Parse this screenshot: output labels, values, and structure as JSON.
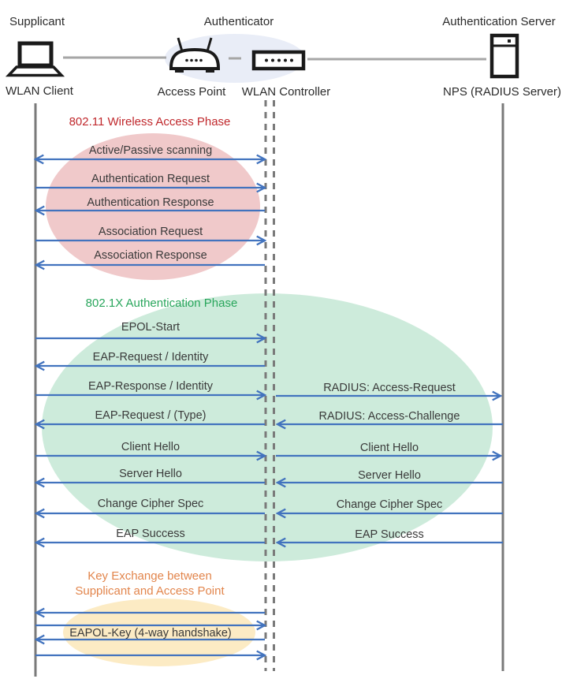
{
  "actors": {
    "supplicant": {
      "role": "Supplicant",
      "device": "WLAN Client"
    },
    "authenticator": {
      "role": "Authenticator",
      "access_point": "Access Point",
      "wlan_controller": "WLAN Controller"
    },
    "authentication_server": {
      "role": "Authentication Server",
      "device": "NPS (RADIUS Server)"
    }
  },
  "phase1": {
    "title": "802.11 Wireless Access Phase",
    "title_color": "#c0282c",
    "ellipse_color": "#f0c9ca",
    "messages": [
      {
        "label": "Active/Passive scanning",
        "from": "WLAN Client",
        "to": "WLAN Controller",
        "direction": "both"
      },
      {
        "label": "Authentication Request",
        "from": "WLAN Client",
        "to": "WLAN Controller",
        "direction": "right"
      },
      {
        "label": "Authentication Response",
        "from": "WLAN Controller",
        "to": "WLAN Client",
        "direction": "left"
      },
      {
        "label": "Association Request",
        "from": "WLAN Client",
        "to": "WLAN Controller",
        "direction": "right"
      },
      {
        "label": "Association Response",
        "from": "WLAN Controller",
        "to": "WLAN Client",
        "direction": "left"
      }
    ]
  },
  "phase2": {
    "title": "802.1X Authentication Phase",
    "title_color": "#29a65c",
    "ellipse_color": "#cdebdb",
    "client_messages": [
      {
        "label": "EPOL-Start",
        "direction": "right"
      },
      {
        "label": "EAP-Request / Identity",
        "direction": "left"
      },
      {
        "label": "EAP-Response / Identity",
        "direction": "right"
      },
      {
        "label": "EAP-Request / (Type)",
        "direction": "left"
      },
      {
        "label": "Client Hello",
        "direction": "right"
      },
      {
        "label": "Server Hello",
        "direction": "left"
      },
      {
        "label": "Change Cipher Spec",
        "direction": "left"
      },
      {
        "label": "EAP Success",
        "direction": "left"
      }
    ],
    "server_messages": [
      {
        "label": "RADIUS: Access-Request",
        "direction": "right"
      },
      {
        "label": "RADIUS: Access-Challenge",
        "direction": "left"
      },
      {
        "label": "Client Hello",
        "direction": "right"
      },
      {
        "label": "Server Hello",
        "direction": "left"
      },
      {
        "label": "Change Cipher Spec",
        "direction": "left"
      },
      {
        "label": "EAP Success",
        "direction": "left"
      }
    ]
  },
  "phase3": {
    "title_line1": "Key Exchange between",
    "title_line2": "Supplicant and Access Point",
    "title_color": "#e2854c",
    "ellipse_color": "#fcebc4",
    "label": "EAPOL-Key (4-way handshake)",
    "arrow_directions": [
      "left",
      "right",
      "left",
      "right"
    ]
  },
  "colors": {
    "arrow": "#4273be",
    "lifeline": "#7a7a7a",
    "connector": "#a6a6a6",
    "message_text": "#3a3a3a"
  }
}
